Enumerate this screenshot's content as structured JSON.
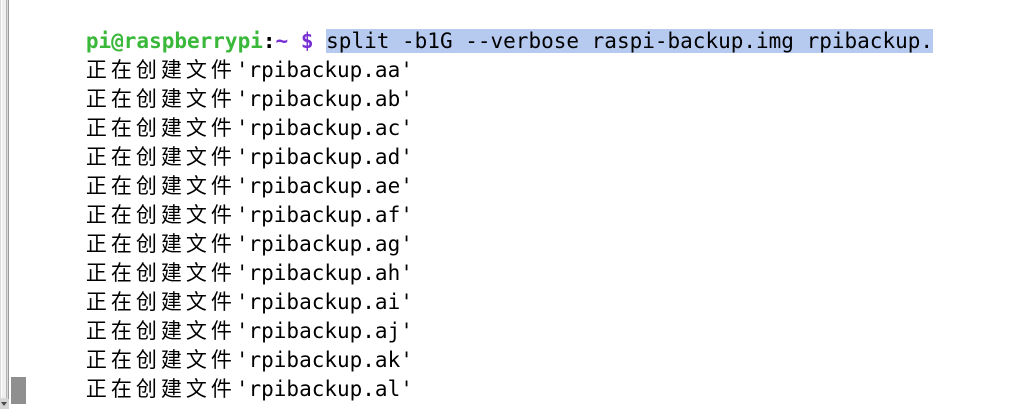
{
  "window": {
    "title": "pi@raspberrypi: ~",
    "background_color": "#ffffff",
    "foreground_color": "#000000"
  },
  "scrollbar": {
    "present": true,
    "track_color": "#d9d9d9",
    "thumb_color": "#efefef",
    "arrow_down_icon": "triangle-down-icon"
  },
  "prompt": {
    "user_host": "pi@raspberrypi",
    "user_host_color": "#3ab83a",
    "separator": ":",
    "cwd": "~",
    "cwd_color": "#7a2fd4",
    "symbol": "$",
    "symbol_color": "#7a2fd4",
    "command": "split -b1G --verbose raspi-backup.img rpibackup.",
    "command_selected": true,
    "selection_color": "#b6caf0"
  },
  "output": {
    "label_prefix": "正在创建文件",
    "lines": [
      {
        "prefix": "正在创建文件",
        "filename": "'rpibackup.aa'"
      },
      {
        "prefix": "正在创建文件",
        "filename": "'rpibackup.ab'"
      },
      {
        "prefix": "正在创建文件",
        "filename": "'rpibackup.ac'"
      },
      {
        "prefix": "正在创建文件",
        "filename": "'rpibackup.ad'"
      },
      {
        "prefix": "正在创建文件",
        "filename": "'rpibackup.ae'"
      },
      {
        "prefix": "正在创建文件",
        "filename": "'rpibackup.af'"
      },
      {
        "prefix": "正在创建文件",
        "filename": "'rpibackup.ag'"
      },
      {
        "prefix": "正在创建文件",
        "filename": "'rpibackup.ah'"
      },
      {
        "prefix": "正在创建文件",
        "filename": "'rpibackup.ai'"
      },
      {
        "prefix": "正在创建文件",
        "filename": "'rpibackup.aj'"
      },
      {
        "prefix": "正在创建文件",
        "filename": "'rpibackup.ak'"
      },
      {
        "prefix": "正在创建文件",
        "filename": "'rpibackup.al'"
      }
    ]
  },
  "cursor": {
    "shape": "block",
    "color": "#8f8f8f",
    "row": 13,
    "column": 1
  }
}
